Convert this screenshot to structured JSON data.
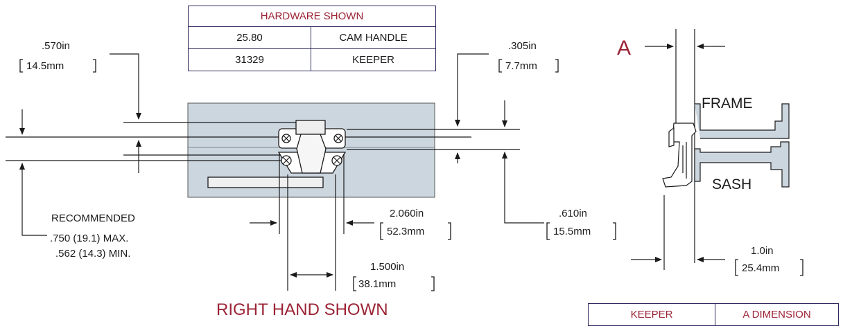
{
  "hardware_table": {
    "header": "HARDWARE SHOWN",
    "rows": [
      {
        "part": "25.80",
        "name": "CAM HANDLE"
      },
      {
        "part": "31329",
        "name": "KEEPER"
      }
    ]
  },
  "dimensions": {
    "d570": {
      "in": ".570in",
      "mm": "14.5mm"
    },
    "d305": {
      "in": ".305in",
      "mm": "7.7mm"
    },
    "d2060": {
      "in": "2.060in",
      "mm": "52.3mm"
    },
    "d1500": {
      "in": "1.500in",
      "mm": "38.1mm"
    },
    "d610": {
      "in": ".610in",
      "mm": "15.5mm"
    },
    "d10": {
      "in": "1.0in",
      "mm": "25.4mm"
    }
  },
  "recommended": {
    "title": "RECOMMENDED",
    "max": ".750 (19.1) MAX.",
    "min": ".562 (14.3) MIN."
  },
  "section": {
    "marker": "A",
    "frame_label": "FRAME",
    "sash_label": "SASH"
  },
  "caption": "RIGHT HAND SHOWN",
  "keeper_table": {
    "col1": "KEEPER",
    "col2": "A DIMENSION"
  },
  "colors": {
    "accent": "#9b2335",
    "table_border": "#2e2a5e",
    "plate": "#ccd6df"
  }
}
